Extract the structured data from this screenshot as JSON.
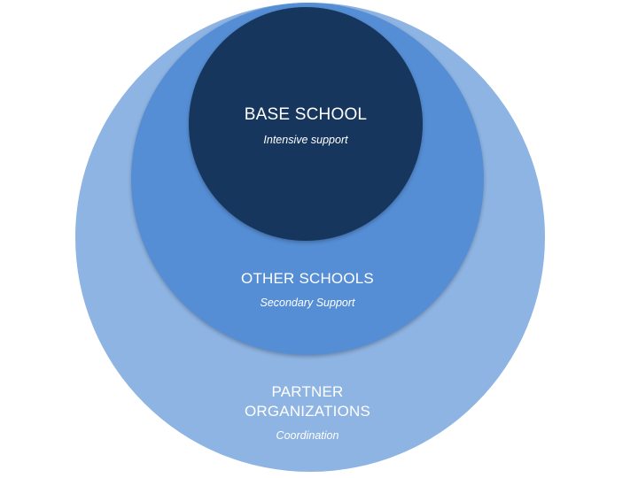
{
  "diagram": {
    "rings": [
      {
        "title": "BASE SCHOOL",
        "subtitle": "Intensive support",
        "color": "#17365d"
      },
      {
        "title": "OTHER SCHOOLS",
        "subtitle": "Secondary Support",
        "color": "#558ed5"
      },
      {
        "title_line1": "PARTNER",
        "title_line2": "ORGANIZATIONS",
        "subtitle": "Coordination",
        "color": "#8eb4e3"
      }
    ]
  }
}
